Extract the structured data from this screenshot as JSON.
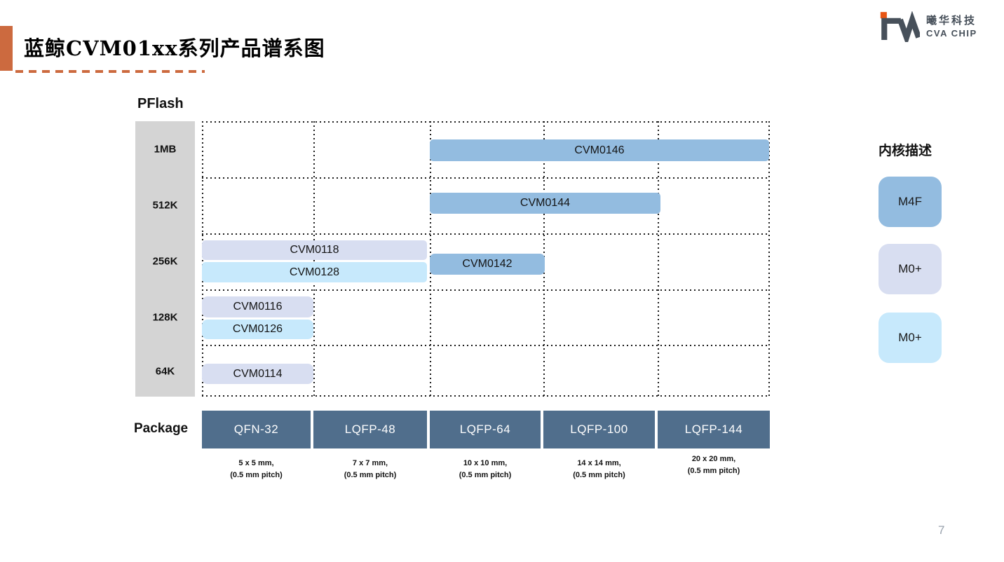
{
  "title": {
    "text": "蓝鲸CVM01xx系列产品谱系图"
  },
  "logo": {
    "company_cn": "曦华科技",
    "company_en": "CVA CHIP"
  },
  "legend": {
    "title": "内核描述",
    "items": [
      {
        "label": "M4F",
        "color": "#93BCE0"
      },
      {
        "label": "M0+",
        "color": "#D8DEF1"
      },
      {
        "label": "M0+",
        "color": "#C7E9FC"
      }
    ]
  },
  "package_details": [
    {
      "size": "5 x 5 mm,",
      "pitch": "(0.5 mm pitch)"
    },
    {
      "size": "7 x 7 mm,",
      "pitch": "(0.5 mm pitch)"
    },
    {
      "size": "10 x 10 mm,",
      "pitch": "(0.5 mm pitch)"
    },
    {
      "size": "14 x 14 mm,",
      "pitch": "(0.5 mm pitch)"
    },
    {
      "size": "20 x 20 mm,",
      "pitch": "(0.5 mm pitch)"
    }
  ],
  "footer": {
    "page_number": "7"
  },
  "colors": {
    "accent_orange": "#CC6A3F",
    "logo_orange": "#E85513",
    "logo_gray": "#47505A",
    "package_header_blue": "#506E8C",
    "flash_band_gray": "#D4D4D4",
    "core_m4f_blue": "#93BCE0",
    "core_m0plus_lavender": "#D8DEF1",
    "core_m0plus_cyan": "#C7E9FC"
  },
  "chart_data": {
    "type": "matrix",
    "title": "蓝鲸CVM01xx系列产品谱系图",
    "grid": "dotted",
    "x_axis": {
      "label": "Package",
      "categories": [
        "QFN-32",
        "LQFP-48",
        "LQFP-64",
        "LQFP-100",
        "LQFP-144"
      ]
    },
    "y_axis": {
      "label": "PFlash",
      "categories": [
        "1MB",
        "512K",
        "256K",
        "128K",
        "64K"
      ]
    },
    "series": [
      {
        "name": "CVM0146",
        "core": "M4F",
        "pflash": "1MB",
        "package_range": [
          "LQFP-64",
          "LQFP-144"
        ]
      },
      {
        "name": "CVM0144",
        "core": "M4F",
        "pflash": "512K",
        "package_range": [
          "LQFP-64",
          "LQFP-100"
        ]
      },
      {
        "name": "CVM0118",
        "core": "M0+",
        "pflash": "256K",
        "package_range": [
          "QFN-32",
          "LQFP-48"
        ]
      },
      {
        "name": "CVM0128",
        "core": "M0+",
        "pflash": "256K",
        "package_range": [
          "QFN-32",
          "LQFP-48"
        ]
      },
      {
        "name": "CVM0142",
        "core": "M4F",
        "pflash": "256K",
        "package_range": [
          "LQFP-64",
          "LQFP-64"
        ]
      },
      {
        "name": "CVM0116",
        "core": "M0+",
        "pflash": "128K",
        "package_range": [
          "QFN-32",
          "QFN-32"
        ]
      },
      {
        "name": "CVM0126",
        "core": "M0+",
        "pflash": "128K",
        "package_range": [
          "QFN-32",
          "QFN-32"
        ]
      },
      {
        "name": "CVM0114",
        "core": "M0+",
        "pflash": "64K",
        "package_range": [
          "QFN-32",
          "QFN-32"
        ]
      }
    ]
  }
}
